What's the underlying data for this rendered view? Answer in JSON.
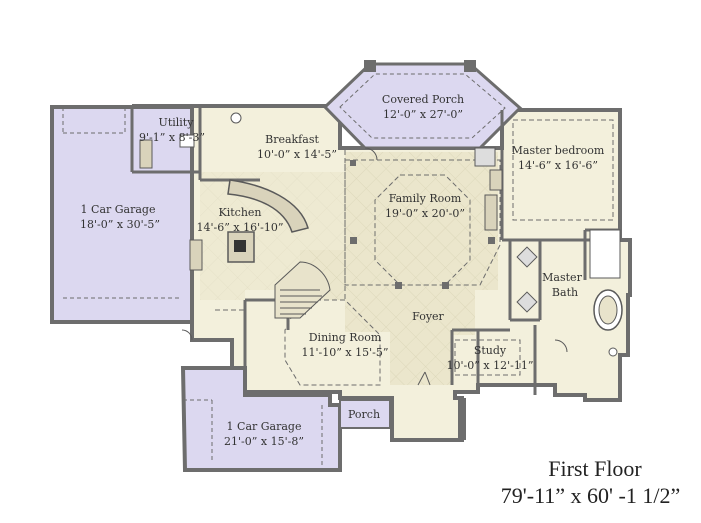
{
  "colors": {
    "garage_fill": "#dcd8f0",
    "porch_fill": "#dcd8f0",
    "floor_fill": "#f3f0dc",
    "tile_fill": "#ebe6cc",
    "wall": "#6d6d6d",
    "wall_dark": "#4a4a4a"
  },
  "rooms": {
    "covered_porch": {
      "label": "Covered Porch",
      "dims": "12'-0” x 27'-0”"
    },
    "utility": {
      "label": "Utility",
      "dims": "9'-1” x 8'-3”"
    },
    "breakfast": {
      "label": "Breakfast",
      "dims": "10'-0” x 14'-5”"
    },
    "master_bedroom": {
      "label": "Master bedroom",
      "dims": "14'-6” x 16'-6”"
    },
    "garage_left": {
      "label": "1 Car Garage",
      "dims": "18'-0” x 30'-5”"
    },
    "family_room": {
      "label": "Family Room",
      "dims": "19'-0” x 20'-0”"
    },
    "kitchen": {
      "label": "Kitchen",
      "dims": "14'-6” x 16'-10”"
    },
    "master_bath": {
      "label_line1": "Master",
      "label_line2": "Bath"
    },
    "foyer": {
      "label": "Foyer"
    },
    "dining_room": {
      "label": "Dining Room",
      "dims": "11'-10” x 15'-5”"
    },
    "study": {
      "label": "Study",
      "dims": "10'-0” x 12'-11”"
    },
    "garage_bottom": {
      "label": "1 Car Garage",
      "dims": "21'-0” x 15'-8”"
    },
    "porch": {
      "label": "Porch"
    }
  },
  "caption": {
    "title": "First Floor",
    "dims": "79'-11” x 60' -1  1/2”"
  }
}
